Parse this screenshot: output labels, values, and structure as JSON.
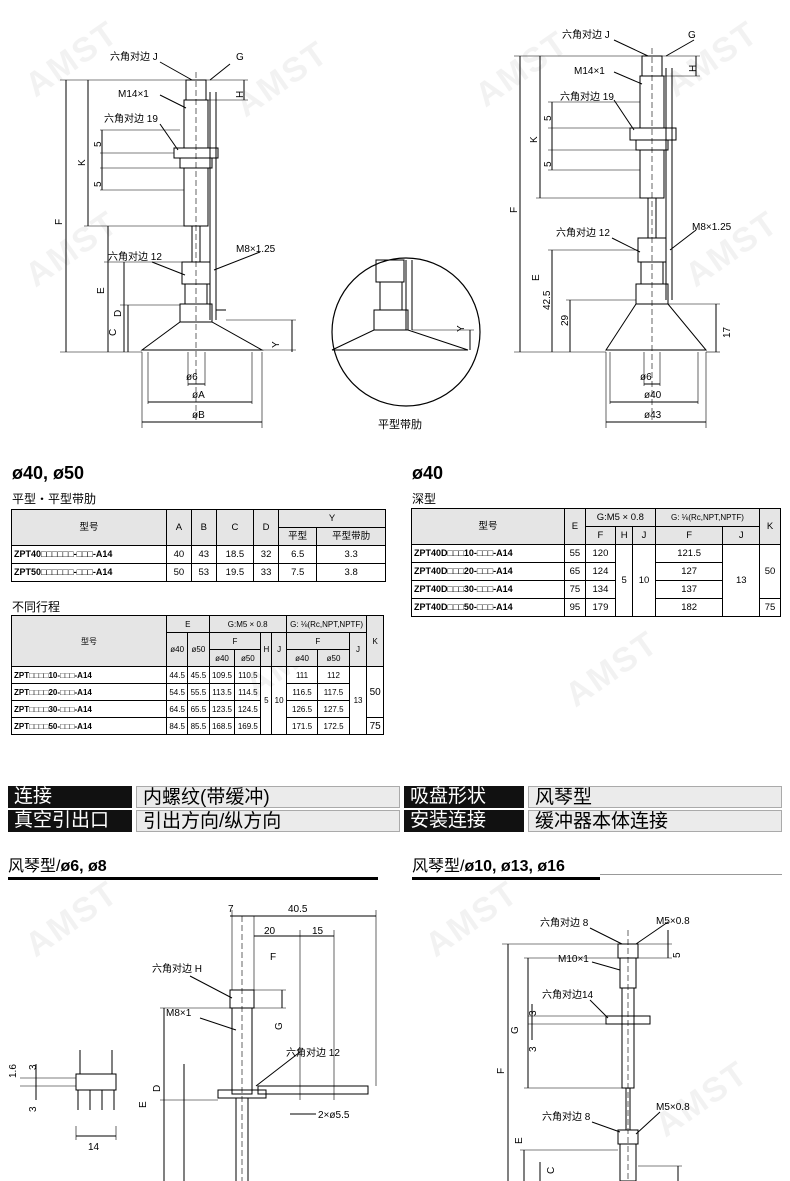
{
  "watermark": "AMST",
  "drawing1": {
    "hex_j": "六角对边 J",
    "g": "G",
    "h": "H",
    "m14": "M14×1",
    "hex19": "六角对边 19",
    "five_a": "5",
    "five_b": "5",
    "k": "K",
    "f": "F",
    "e": "E",
    "d": "D",
    "c": "C",
    "hex12": "六角对边 12",
    "m8": "M8×1.25",
    "y": "Y",
    "d6": "ø6",
    "dA": "øA",
    "dB": "øB"
  },
  "detail": {
    "y": "Y",
    "caption": "平型带肋"
  },
  "drawing2": {
    "hex_j": "六角对边 J",
    "g": "G",
    "h": "H",
    "m14": "M14×1",
    "hex19": "六角对边 19",
    "five_a": "5",
    "five_b": "5",
    "k": "K",
    "f": "F",
    "e": "E",
    "hex12": "六角对边 12",
    "m8": "M8×1.25",
    "v425": "42.5",
    "v29": "29",
    "v17": "17",
    "d6": "ø6",
    "d40": "ø40",
    "d43": "ø43"
  },
  "table1": {
    "title": "ø40, ø50",
    "subtitle": "平型・平型带肋",
    "h_model": "型号",
    "h_a": "A",
    "h_b": "B",
    "h_c": "C",
    "h_d": "D",
    "h_y": "Y",
    "h_flat": "平型",
    "h_rib": "平型带肋",
    "rows": [
      {
        "model": "ZPT40□□□□□□-□□□-A14",
        "a": "40",
        "b": "43",
        "c": "18.5",
        "d": "32",
        "flat": "6.5",
        "rib": "3.3"
      },
      {
        "model": "ZPT50□□□□□□-□□□-A14",
        "a": "50",
        "b": "53",
        "c": "19.5",
        "d": "33",
        "flat": "7.5",
        "rib": "3.8"
      }
    ]
  },
  "table2": {
    "subtitle": "不同行程",
    "h_model": "型号",
    "h_e": "E",
    "h_gm5": "G:M5 × 0.8",
    "h_g18": "G: ⅛(Rc,NPT,NPTF)",
    "h_k": "K",
    "h_f": "F",
    "h_f2": "F",
    "h_h": "H",
    "h_j": "J",
    "h_j2": "J",
    "h_e40": "ø40",
    "h_e50": "ø50",
    "h_f40": "ø40",
    "h_f50": "ø50",
    "h_g40": "ø40",
    "h_g50": "ø50",
    "rows": [
      {
        "model": "ZPT□□□□10-□□□-A14",
        "e40": "44.5",
        "e50": "45.5",
        "f40": "109.5",
        "f50": "110.5",
        "g40": "111",
        "g50": "112"
      },
      {
        "model": "ZPT□□□□20-□□□-A14",
        "e40": "54.5",
        "e50": "55.5",
        "f40": "113.5",
        "f50": "114.5",
        "g40": "116.5",
        "g50": "117.5"
      },
      {
        "model": "ZPT□□□□30-□□□-A14",
        "e40": "64.5",
        "e50": "65.5",
        "f40": "123.5",
        "f50": "124.5",
        "g40": "126.5",
        "g50": "127.5"
      },
      {
        "model": "ZPT□□□□50-□□□-A14",
        "e40": "84.5",
        "e50": "85.5",
        "f40": "168.5",
        "f50": "169.5",
        "g40": "171.5",
        "g50": "172.5"
      }
    ],
    "h_val": "5",
    "j_val": "10",
    "j2_val": "13",
    "k_val1": "50",
    "k_val2": "75"
  },
  "table3": {
    "title": "ø40",
    "subtitle": "深型",
    "h_model": "型号",
    "h_e": "E",
    "h_gm5": "G:M5 × 0.8",
    "h_g18": "G: ⅛(Rc,NPT,NPTF)",
    "h_k": "K",
    "h_f": "F",
    "h_h": "H",
    "h_j": "J",
    "h_f2": "F",
    "h_j2": "J",
    "rows": [
      {
        "model": "ZPT40D□□□10-□□□-A14",
        "e": "55",
        "f": "120",
        "f2": "121.5"
      },
      {
        "model": "ZPT40D□□□20-□□□-A14",
        "e": "65",
        "f": "124",
        "f2": "127"
      },
      {
        "model": "ZPT40D□□□30-□□□-A14",
        "e": "75",
        "f": "134",
        "f2": "137"
      },
      {
        "model": "ZPT40D□□□50-□□□-A14",
        "e": "95",
        "f": "179",
        "f2": "182"
      }
    ],
    "h_val": "5",
    "j_val": "10",
    "j2_val": "13",
    "k_val1": "50",
    "k_val2": "75"
  },
  "band": {
    "l1": "连接",
    "v1": "内螺纹(带缓冲)",
    "l2": "吸盘形状",
    "v2": "风琴型",
    "l3": "真空引出口",
    "v3": "引出方向/纵方向",
    "l4": "安装连接",
    "v4": "缓冲器本体连接"
  },
  "sub_left": {
    "prefix": "风琴型/",
    "sizes": "ø6, ø8"
  },
  "sub_right": {
    "prefix": "风琴型/",
    "sizes": "ø10, ø13, ø16"
  },
  "drawing3": {
    "v7": "7",
    "v405": "40.5",
    "v20": "20",
    "v15": "15",
    "hexH": "六角对边 H",
    "f": "F",
    "m8": "M8×1",
    "g": "G",
    "hex12": "六角对边 12",
    "e": "E",
    "d": "D",
    "two55": "2×ø5.5",
    "v16": "1.6",
    "v3a": "3",
    "v3b": "3",
    "v14": "14"
  },
  "drawing4": {
    "hex8": "六角对边 8",
    "m5": "M5×0.8",
    "m10": "M10×1",
    "hex14": "六角对边14",
    "five": "5",
    "g": "G",
    "three_a": "3",
    "three_b": "3",
    "f": "F",
    "hex8b": "六角对边 8",
    "m5b": "M5×0.8",
    "e": "E",
    "c": "C"
  }
}
